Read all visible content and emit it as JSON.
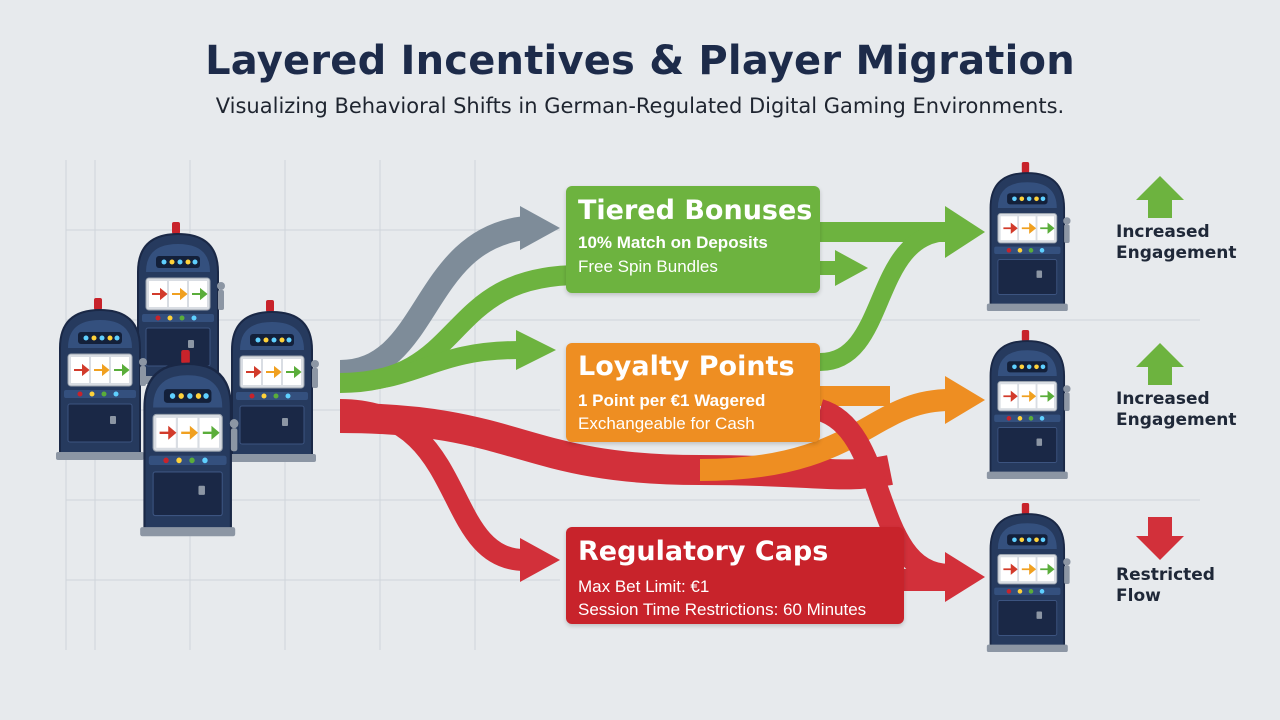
{
  "title": "Layered Incentives & Player Migration",
  "subtitle": "Visualizing Behavioral Shifts in German-Regulated Digital Gaming Environments.",
  "colors": {
    "background": "#e7eaed",
    "green": "#6db33f",
    "orange": "#ee8e22",
    "red": "#c8232b",
    "gray": "#7e8c99",
    "machine_body": "#263a5e"
  },
  "incentives": [
    {
      "id": "tiered-bonuses",
      "title": "Tiered Bonuses",
      "line1": "10% Match on Deposits",
      "line2": "Free Spin Bundles",
      "color": "green"
    },
    {
      "id": "loyalty-points",
      "title": "Loyalty Points",
      "line1": "1 Point per €1 Wagered",
      "line2": "Exchangeable for Cash",
      "color": "orange"
    },
    {
      "id": "regulatory-caps",
      "title": "Regulatory Caps",
      "line1": "Max Bet Limit: €1",
      "line2": "Session Time Restrictions: 60 Minutes",
      "color": "red"
    }
  ],
  "outcomes": [
    {
      "id": "outcome-1",
      "line1": "Increased",
      "line2": "Engagement",
      "direction": "up",
      "color": "green"
    },
    {
      "id": "outcome-2",
      "line1": "Increased",
      "line2": "Engagement",
      "direction": "up",
      "color": "green"
    },
    {
      "id": "outcome-3",
      "line1": "Restricted",
      "line2": "Flow",
      "direction": "down",
      "color": "red"
    }
  ],
  "icons": {
    "slot_machine": "slot-machine-icon",
    "up_arrow": "up-arrow-icon",
    "down_arrow": "down-arrow-icon"
  }
}
